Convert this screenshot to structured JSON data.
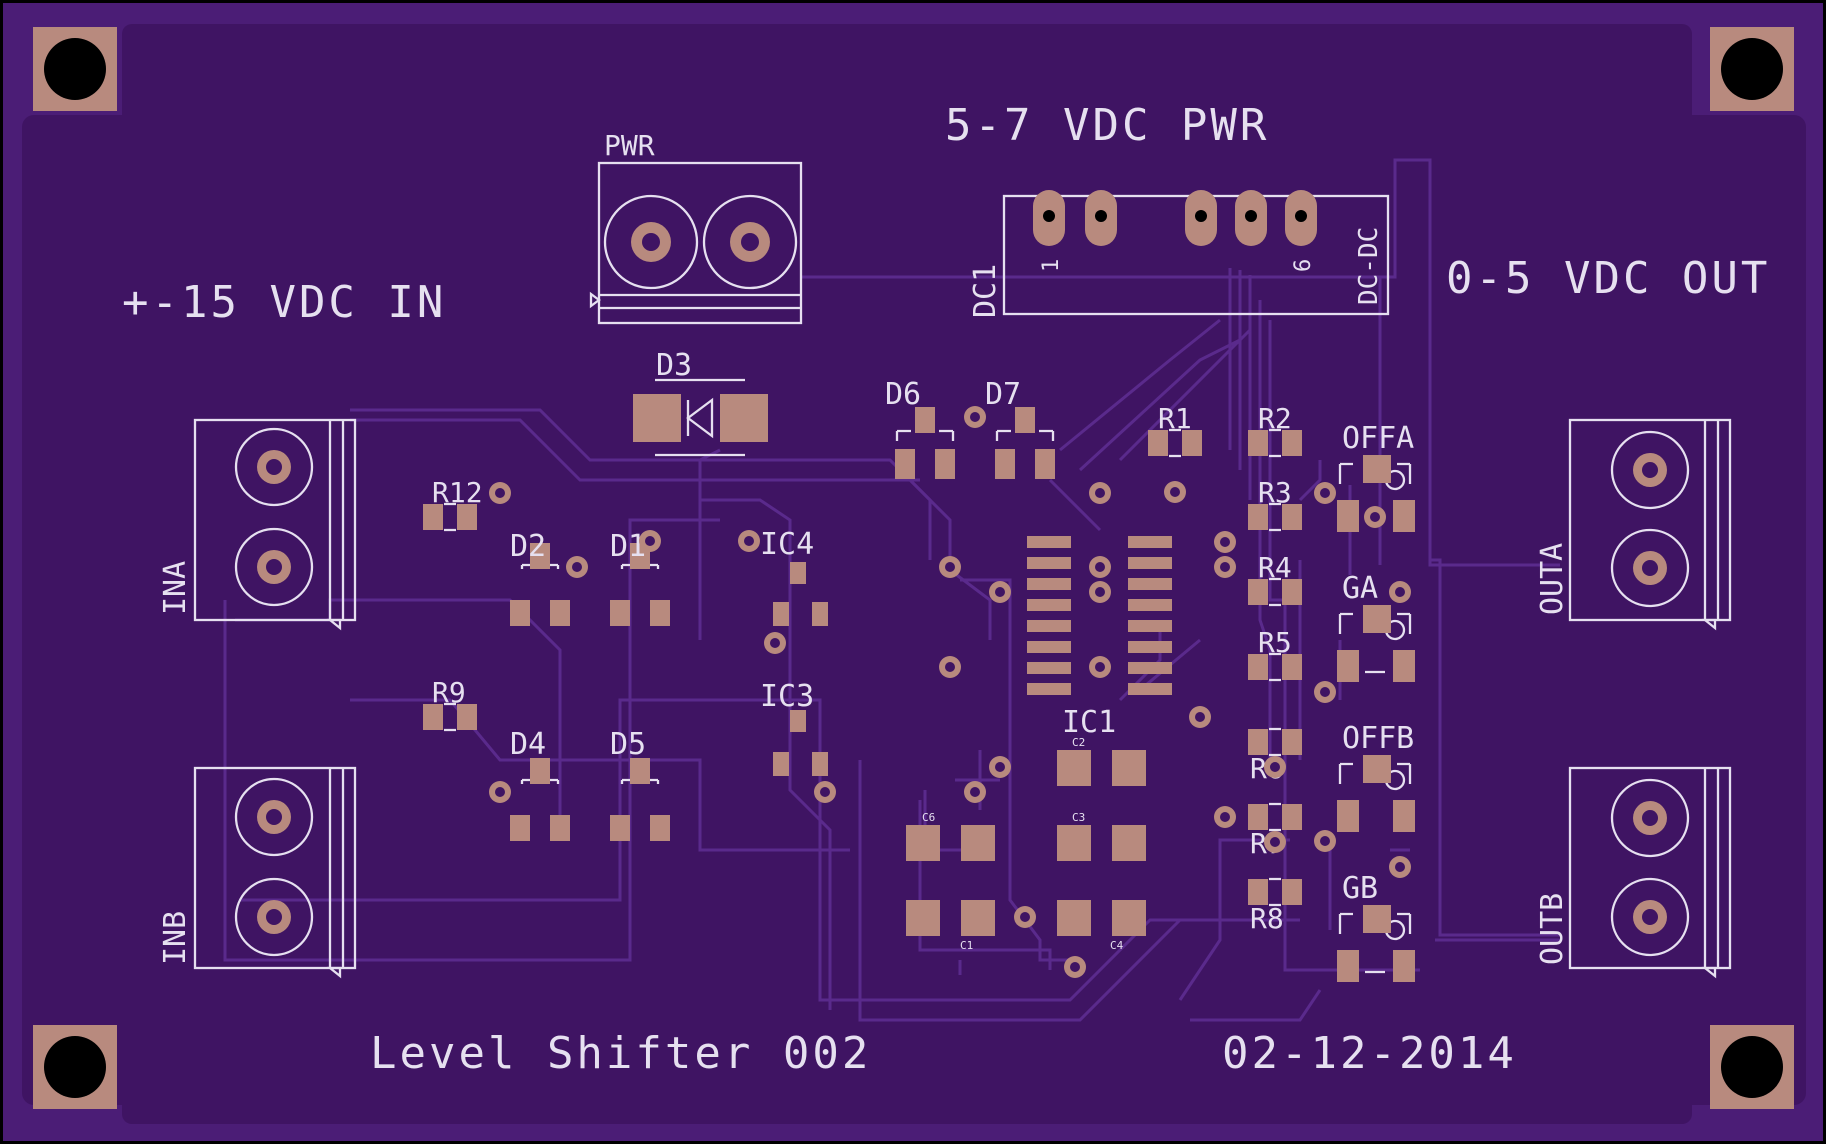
{
  "board": {
    "colors": {
      "background": "#000000",
      "substrate": "#3f1463",
      "board_edge": "#4b1d76",
      "silkscreen": "#e6e0f0",
      "copper_pad": "#b88a7e",
      "trace": "#5a2a8c"
    },
    "titles": {
      "pwr_section": "5-7 VDC PWR",
      "input_section": "+-15 VDC IN",
      "output_section": "0-5 VDC OUT",
      "project": "Level Shifter 002",
      "date": "02-12-2014"
    },
    "connectors": {
      "pwr": "PWR",
      "ina": "INA",
      "inb": "INB",
      "outa": "OUTA",
      "outb": "OUTB"
    },
    "dcdc": {
      "ref": "DC1",
      "type": "DC-DC",
      "pin1": "1",
      "pin6": "6"
    },
    "refs": {
      "d1": "D1",
      "d2": "D2",
      "d3": "D3",
      "d4": "D4",
      "d5": "D5",
      "d6": "D6",
      "d7": "D7",
      "r1": "R1",
      "r2": "R2",
      "r3": "R3",
      "r4": "R4",
      "r5": "R5",
      "r6": "R6",
      "r7": "R7",
      "r8": "R8",
      "r9": "R9",
      "r12": "R12",
      "ic1": "IC1",
      "ic3": "IC3",
      "ic4": "IC4",
      "c1": "C1",
      "c2": "C2",
      "c3": "C3",
      "c4": "C4",
      "c6": "C6",
      "offa": "OFFA",
      "ga": "GA",
      "offb": "OFFB",
      "gb": "GB"
    }
  }
}
